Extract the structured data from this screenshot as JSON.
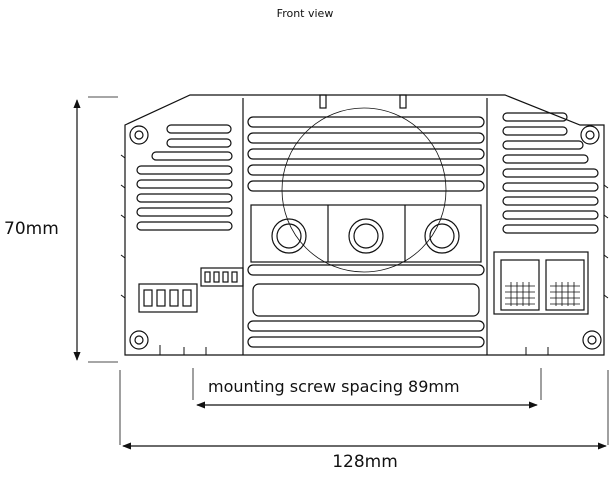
{
  "diagram": {
    "title": "Front view",
    "height_label": "70mm",
    "spacing_label": "mounting screw spacing 89mm",
    "width_label": "128mm",
    "colors": {
      "line": "#111111",
      "background": "#ffffff"
    }
  }
}
